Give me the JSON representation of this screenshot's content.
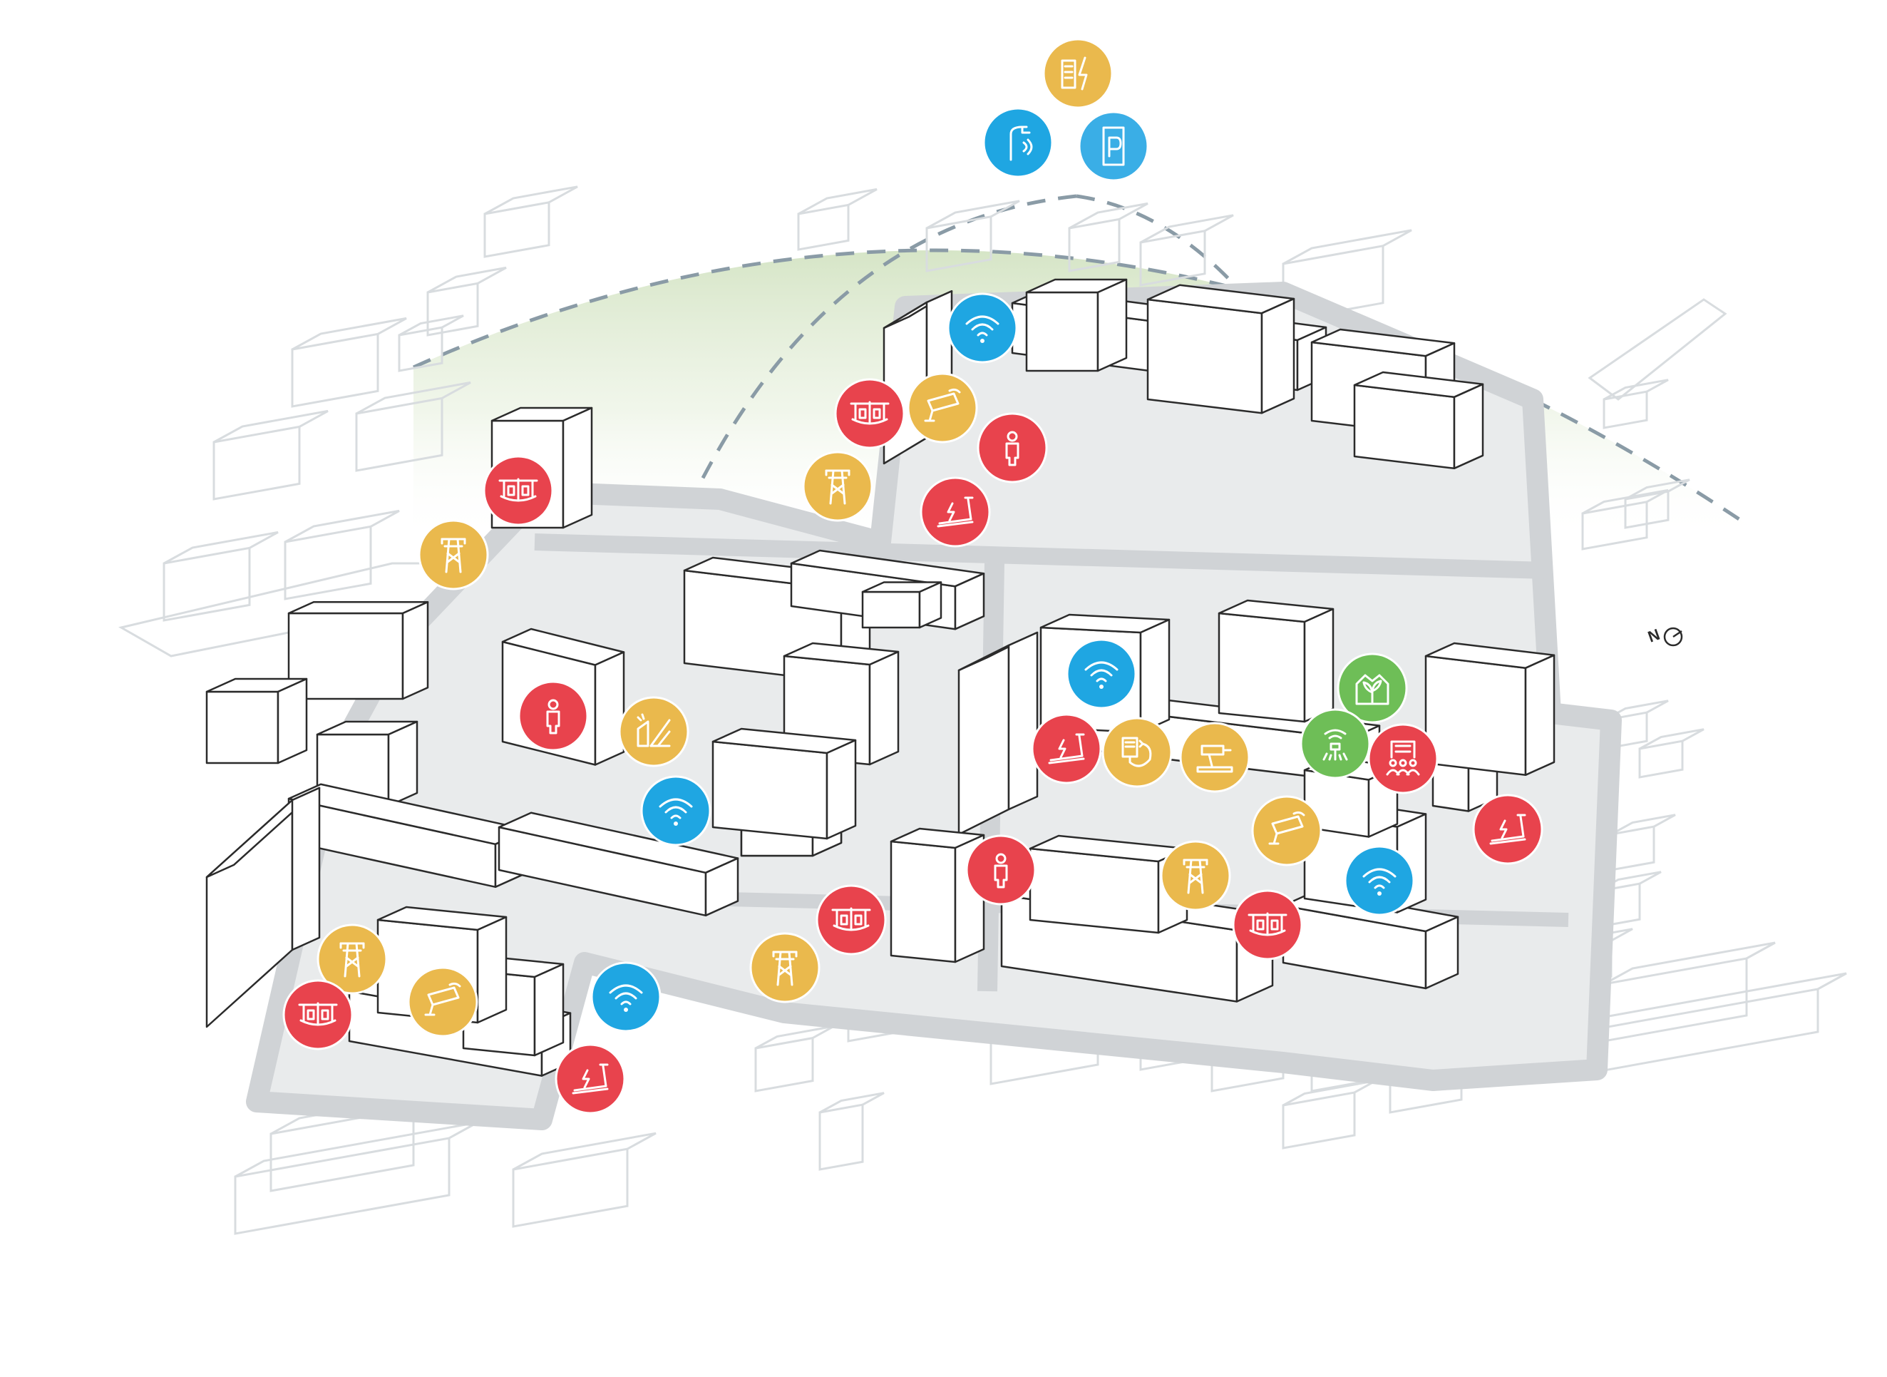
{
  "map": {
    "colors": {
      "background": "#ffffff",
      "road": "#d5d8db",
      "courtyard": "#e9ebec",
      "ghost_building": "#d8dcdf",
      "building_fill": "#ffffff",
      "building_stroke": "#2b2b2b",
      "coverage_dash": "#8a9ba6",
      "coverage_fill": "#cfe0bf",
      "red": "#e8434d",
      "yellow": "#eab94d",
      "blue": "#1fa6e2",
      "light_blue": "#3aaee6",
      "green": "#6ebe57"
    },
    "legend_icons": [
      {
        "icon": "smart-meter-energy-icon",
        "color": "yellow"
      },
      {
        "icon": "smart-streetlight-icon",
        "color": "blue"
      },
      {
        "icon": "smart-parking-app-icon",
        "color": "light_blue"
      }
    ],
    "markers": [
      {
        "icon": "wifi-icon",
        "color": "blue"
      },
      {
        "icon": "playground-carousel-icon",
        "color": "red"
      },
      {
        "icon": "cctv-camera-icon",
        "color": "yellow"
      },
      {
        "icon": "person-icon",
        "color": "red"
      },
      {
        "icon": "power-pylon-icon",
        "color": "yellow"
      },
      {
        "icon": "treadmill-icon",
        "color": "red"
      },
      {
        "icon": "playground-carousel-icon",
        "color": "red"
      },
      {
        "icon": "power-pylon-icon",
        "color": "yellow"
      },
      {
        "icon": "person-icon",
        "color": "red"
      },
      {
        "icon": "solar-building-icon",
        "color": "yellow"
      },
      {
        "icon": "wifi-icon",
        "color": "blue"
      },
      {
        "icon": "wifi-icon",
        "color": "blue"
      },
      {
        "icon": "treadmill-icon",
        "color": "red"
      },
      {
        "icon": "smart-utility-meter-icon",
        "color": "yellow"
      },
      {
        "icon": "tool-rental-drill-icon",
        "color": "yellow"
      },
      {
        "icon": "greenhouse-plant-icon",
        "color": "green"
      },
      {
        "icon": "smart-irrigation-icon",
        "color": "green"
      },
      {
        "icon": "community-center-icon",
        "color": "red"
      },
      {
        "icon": "cctv-camera-icon",
        "color": "yellow"
      },
      {
        "icon": "treadmill-icon",
        "color": "red"
      },
      {
        "icon": "person-icon",
        "color": "red"
      },
      {
        "icon": "power-pylon-icon",
        "color": "yellow"
      },
      {
        "icon": "wifi-icon",
        "color": "blue"
      },
      {
        "icon": "playground-carousel-icon",
        "color": "red"
      },
      {
        "icon": "playground-carousel-icon",
        "color": "red"
      },
      {
        "icon": "power-pylon-icon",
        "color": "yellow"
      },
      {
        "icon": "power-pylon-icon",
        "color": "yellow"
      },
      {
        "icon": "cctv-camera-icon",
        "color": "yellow"
      },
      {
        "icon": "wifi-icon",
        "color": "blue"
      },
      {
        "icon": "playground-carousel-icon",
        "color": "red"
      },
      {
        "icon": "treadmill-icon",
        "color": "red"
      }
    ],
    "north_arrow": {
      "icon": "north-arrow-icon",
      "label": "N"
    }
  }
}
